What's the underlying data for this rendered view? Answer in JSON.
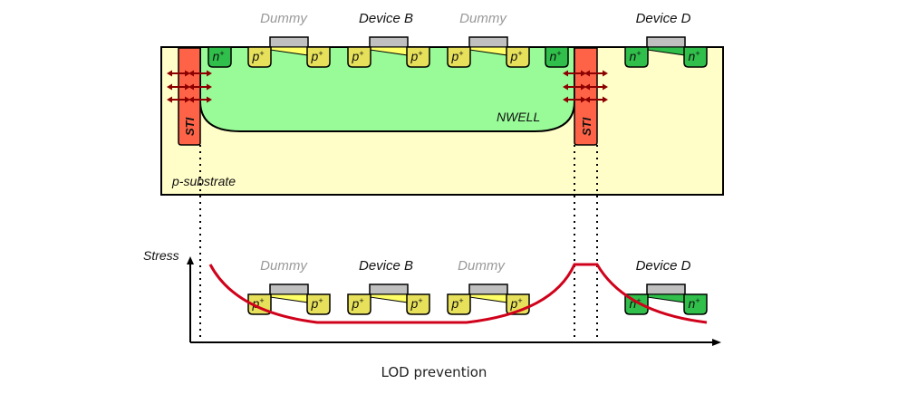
{
  "diagram": {
    "top_labels": [
      "Dummy",
      "Device B",
      "Dummy",
      "Device D"
    ],
    "bottom_labels": [
      "Dummy",
      "Device B",
      "Dummy",
      "Device D"
    ],
    "nwell_label": "NWELL",
    "sti_label": "STI",
    "substrate_label": "p-substrate",
    "p_plus": "p",
    "n_plus": "n",
    "superscript": "+",
    "stress_label": "Stress",
    "caption": "LOD prevention"
  },
  "colors": {
    "substrate": "#FFFDC8",
    "nwell": "#98FB98",
    "sti": "#FF6347",
    "p_plus": "#E6E05A",
    "n_plus": "#2FBF4A",
    "gate": "#C0C0C0",
    "channel_p": "#FFFF66",
    "stress_curve": "#D0021B",
    "arrow": "#8B0000",
    "dummy_text": "#999999"
  }
}
